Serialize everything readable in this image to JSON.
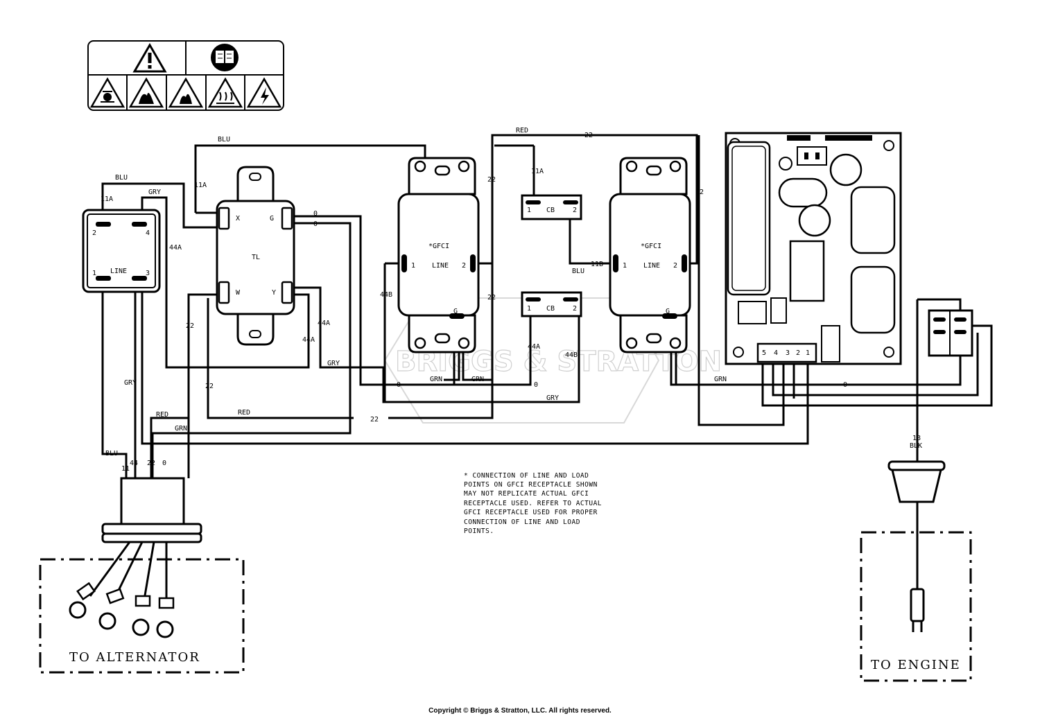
{
  "watermark": {
    "brand": "BRIGGS & STRATTON"
  },
  "safety_icons": {
    "top": [
      "warning-triangle-icon",
      "manual-book-icon"
    ],
    "bottom": [
      "explosion-hazard-icon",
      "fire-hazard-icon",
      "flammable-hazard-icon",
      "hot-surface-icon",
      "electric-shock-icon"
    ]
  },
  "components": {
    "switch": {
      "label": "LINE",
      "pins": [
        "2",
        "4",
        "1",
        "3"
      ],
      "top_wire": "11A",
      "gry": "GRY",
      "blu": "BLU"
    },
    "transformer": {
      "label": "TL",
      "pins": [
        "X",
        "G",
        "W",
        "Y"
      ]
    },
    "gfci_left": {
      "title": "*GFCI",
      "line": "LINE",
      "pin1": "1",
      "pin2": "2",
      "ground": "G"
    },
    "gfci_right": {
      "title": "*GFCI",
      "line": "LINE",
      "pin1": "1",
      "pin2": "2",
      "ground": "G"
    },
    "cb_top": {
      "label": "CB",
      "pin1": "1",
      "pin2": "2"
    },
    "cb_bottom": {
      "label": "CB",
      "pin1": "1",
      "pin2": "2"
    },
    "module_connector": {
      "pins": [
        "5",
        "4",
        "3",
        "2",
        "1"
      ]
    }
  },
  "wire_labels": {
    "blu": "BLU",
    "red": "RED",
    "gry": "GRY",
    "grn": "GRN",
    "blk": "BLK",
    "w11a": "11A",
    "w11b": "11B",
    "w44a": "44A",
    "w44b": "44B",
    "w22": "22",
    "w0": "0",
    "w11": "11",
    "w44": "44",
    "w18": "18"
  },
  "alternator": {
    "label": "TO ALTERNATOR"
  },
  "engine": {
    "label": "TO ENGINE"
  },
  "note": [
    "* CONNECTION OF LINE AND LOAD",
    "POINTS  ON GFCI  RECEPTACLE SHOWN",
    "MAY NOT REPLICATE ACTUAL GFCI",
    "RECEPTACLE USED.  REFER TO ACTUAL",
    "GFCI RECEPTACLE USED FOR PROPER",
    "CONNECTION OF LINE AND LOAD",
    "POINTS."
  ],
  "copyright": "Copyright © Briggs & Stratton, LLC. All rights reserved."
}
